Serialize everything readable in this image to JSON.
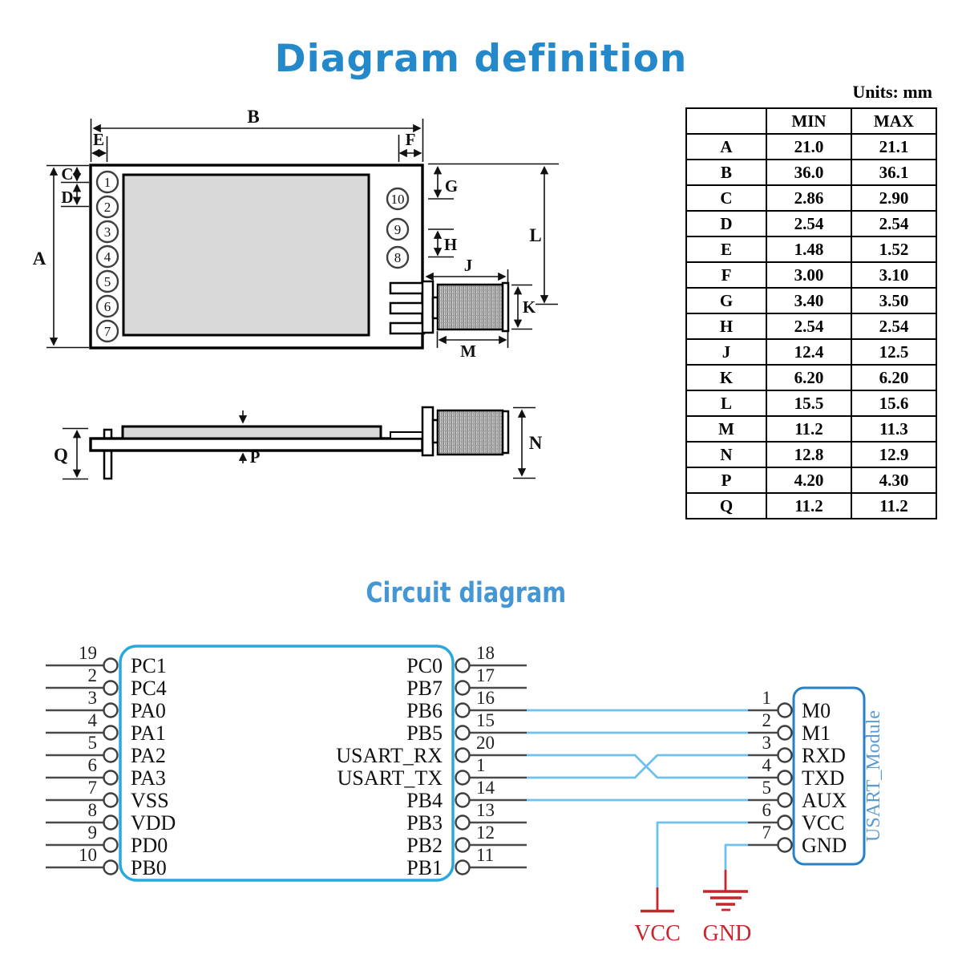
{
  "title": "Diagram definition",
  "colors": {
    "title_blue": "#2389cb",
    "heading_blue": "#4496d4",
    "chip_outline_blue": "#29a8e0",
    "module_outline_blue": "#2980c4",
    "wire_blue": "#6ec1ee",
    "power_red": "#c5262c",
    "shield_gray": "#d9d9d9",
    "module_label_blue": "#5b9bd5"
  },
  "dimension_table": {
    "units_label": "Units: mm",
    "headers": [
      "",
      "MIN",
      "MAX"
    ],
    "rows": [
      [
        "A",
        "21.0",
        "21.1"
      ],
      [
        "B",
        "36.0",
        "36.1"
      ],
      [
        "C",
        "2.86",
        "2.90"
      ],
      [
        "D",
        "2.54",
        "2.54"
      ],
      [
        "E",
        "1.48",
        "1.52"
      ],
      [
        "F",
        "3.00",
        "3.10"
      ],
      [
        "G",
        "3.40",
        "3.50"
      ],
      [
        "H",
        "2.54",
        "2.54"
      ],
      [
        "J",
        "12.4",
        "12.5"
      ],
      [
        "K",
        "6.20",
        "6.20"
      ],
      [
        "L",
        "15.5",
        "15.6"
      ],
      [
        "M",
        "11.2",
        "11.3"
      ],
      [
        "N",
        "12.8",
        "12.9"
      ],
      [
        "P",
        "4.20",
        "4.30"
      ],
      [
        "Q",
        "11.2",
        "11.2"
      ]
    ]
  },
  "front_view": {
    "dim_labels": {
      "A": "A",
      "B": "B",
      "C": "C",
      "D": "D",
      "E": "E",
      "F": "F",
      "G": "G",
      "H": "H",
      "J": "J",
      "K": "K",
      "L": "L",
      "M": "M"
    },
    "left_pin_numbers": [
      "1",
      "2",
      "3",
      "4",
      "5",
      "6",
      "7"
    ],
    "right_pin_numbers": [
      "10",
      "9",
      "8"
    ]
  },
  "side_view": {
    "dim_labels": {
      "N": "N",
      "P": "P",
      "Q": "Q"
    }
  },
  "circuit": {
    "heading": "Circuit diagram",
    "mcu": {
      "left_pins": [
        {
          "num": "19",
          "label": "PC1"
        },
        {
          "num": "2",
          "label": "PC4"
        },
        {
          "num": "3",
          "label": "PA0"
        },
        {
          "num": "4",
          "label": "PA1"
        },
        {
          "num": "5",
          "label": "PA2"
        },
        {
          "num": "6",
          "label": "PA3"
        },
        {
          "num": "7",
          "label": "VSS"
        },
        {
          "num": "8",
          "label": "VDD"
        },
        {
          "num": "9",
          "label": "PD0"
        },
        {
          "num": "10",
          "label": "PB0"
        }
      ],
      "right_pins": [
        {
          "num": "18",
          "label": "PC0"
        },
        {
          "num": "17",
          "label": "PB7"
        },
        {
          "num": "16",
          "label": "PB6"
        },
        {
          "num": "15",
          "label": "PB5"
        },
        {
          "num": "20",
          "label": "USART_RX"
        },
        {
          "num": "1",
          "label": "USART_TX"
        },
        {
          "num": "14",
          "label": "PB4"
        },
        {
          "num": "13",
          "label": "PB3"
        },
        {
          "num": "12",
          "label": "PB2"
        },
        {
          "num": "11",
          "label": "PB1"
        }
      ]
    },
    "usart_module": {
      "label": "USART_Module",
      "pins": [
        {
          "num": "1",
          "label": "M0"
        },
        {
          "num": "2",
          "label": "M1"
        },
        {
          "num": "3",
          "label": "RXD"
        },
        {
          "num": "4",
          "label": "TXD"
        },
        {
          "num": "5",
          "label": "AUX"
        },
        {
          "num": "6",
          "label": "VCC"
        },
        {
          "num": "7",
          "label": "GND"
        }
      ]
    },
    "power": {
      "vcc": "VCC",
      "gnd": "GND"
    }
  }
}
